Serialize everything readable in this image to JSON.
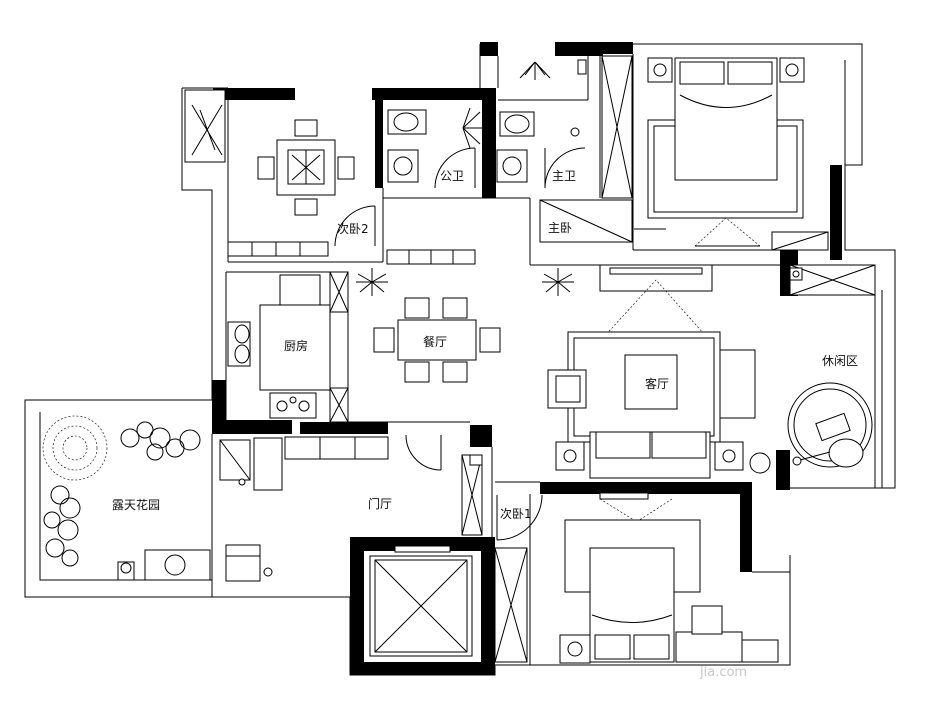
{
  "rooms": {
    "secondary_bedroom_2": "次卧2",
    "public_bath": "公卫",
    "master_bath": "主卫",
    "master_bedroom": "主卧",
    "kitchen": "厨房",
    "dining": "餐厅",
    "living": "客厅",
    "leisure": "休闲区",
    "terrace": "露天花园",
    "foyer": "门厅",
    "secondary_bedroom_1": "次卧1"
  },
  "watermark": "jia.com"
}
